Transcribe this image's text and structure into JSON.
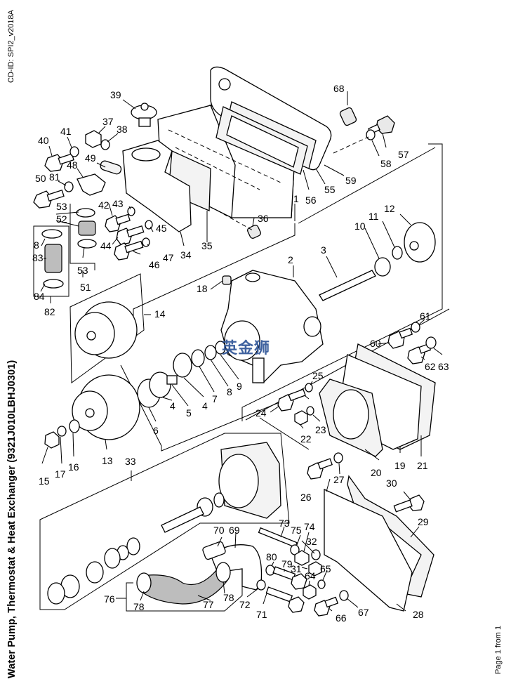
{
  "document": {
    "cd_id": "CD-ID: SPI2_v2018A",
    "title": "Water Pump, Thermostat & Heat Exchanger (9321J010LBHJ0301)",
    "page": "Page 1 from 1",
    "watermark": "英金狮"
  },
  "callouts": {
    "c1": "1",
    "c2": "2",
    "c3": "3",
    "c4a": "4",
    "c4b": "4",
    "c5": "5",
    "c6": "6",
    "c7": "7",
    "c8": "8",
    "c9": "9",
    "c10": "10",
    "c11": "11",
    "c12": "12",
    "c13": "13",
    "c14": "14",
    "c15": "15",
    "c16": "16",
    "c17": "17",
    "c18": "18",
    "c19": "19",
    "c20": "20",
    "c21": "21",
    "c22": "22",
    "c23": "23",
    "c24": "24",
    "c25": "25",
    "c26": "26",
    "c27": "27",
    "c28": "28",
    "c29": "29",
    "c30": "30",
    "c31": "31",
    "c32": "32",
    "c33": "33",
    "c34": "34",
    "c35": "35",
    "c36": "36",
    "c37": "37",
    "c38": "38",
    "c39": "39",
    "c40": "40",
    "c41": "41",
    "c42": "42",
    "c43": "43",
    "c44": "44",
    "c45": "45",
    "c46": "46",
    "c47": "47",
    "c48": "48",
    "c49": "49",
    "c50": "50",
    "c51": "51",
    "c52": "52",
    "c53a": "53",
    "c53b": "53",
    "c55": "55",
    "c56": "56",
    "c57": "57",
    "c58": "58",
    "c59": "59",
    "c60": "60",
    "c61": "61",
    "c62": "62",
    "c63": "63",
    "c64": "64",
    "c65": "65",
    "c66": "66",
    "c67": "67",
    "c68": "68",
    "c69": "69",
    "c70": "70",
    "c71": "71",
    "c72": "72",
    "c73": "73",
    "c74": "74",
    "c75": "75",
    "c76": "76",
    "c77": "77",
    "c78a": "78",
    "c78b": "78",
    "c79": "79",
    "c80": "80",
    "c81": "81",
    "c82": "82",
    "c83": "83",
    "c84": "84",
    "c8b": "8"
  }
}
